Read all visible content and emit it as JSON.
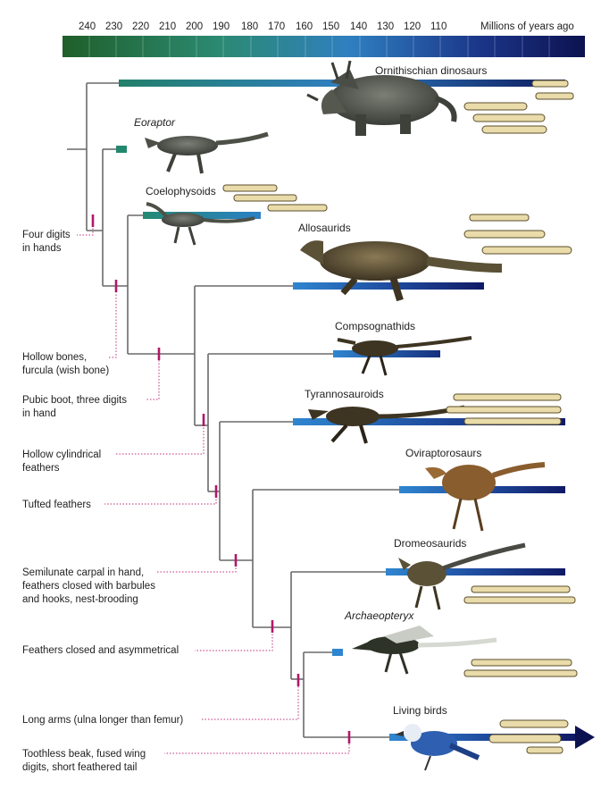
{
  "timescale": {
    "ticks": [
      "240",
      "230",
      "220",
      "210",
      "200",
      "190",
      "180",
      "170",
      "160",
      "150",
      "140",
      "130",
      "120",
      "110"
    ],
    "unit_label": "Millions of years ago",
    "gradient_start": "#1f5f2a",
    "gradient_mid": "#2f7fc0",
    "gradient_end": "#0d1250"
  },
  "clades": [
    {
      "key": "ornithischian",
      "label": "Ornithischian dinosaurs",
      "italic": false,
      "animal": "ceratopsian-illustration",
      "has_hand": true
    },
    {
      "key": "eoraptor",
      "label": "Eoraptor",
      "italic": true,
      "animal": "eoraptor-illustration",
      "has_hand": false
    },
    {
      "key": "coelophysoids",
      "label": "Coelophysoids",
      "italic": false,
      "animal": "coelophysis-illustration",
      "has_hand": true
    },
    {
      "key": "allosaurids",
      "label": "Allosaurids",
      "italic": false,
      "animal": "allosaurus-illustration",
      "has_hand": true
    },
    {
      "key": "compsognathids",
      "label": "Compsognathids",
      "italic": false,
      "animal": "compsognathus-illustration",
      "has_hand": false
    },
    {
      "key": "tyrannosauroids",
      "label": "Tyrannosauroids",
      "italic": false,
      "animal": "tyrannosauroid-illustration",
      "has_hand": true
    },
    {
      "key": "oviraptorosaurs",
      "label": "Oviraptorosaurs",
      "italic": false,
      "animal": "oviraptor-illustration",
      "has_hand": false
    },
    {
      "key": "dromeosaurids",
      "label": "Dromeosaurids",
      "italic": false,
      "animal": "dromaeosaur-illustration",
      "has_hand": true
    },
    {
      "key": "archaeopteryx",
      "label": "Archaeopteryx",
      "italic": true,
      "animal": "archaeopteryx-illustration",
      "has_hand": true
    },
    {
      "key": "living_birds",
      "label": "Living birds",
      "italic": false,
      "animal": "blue-jay-illustration",
      "has_hand": true
    }
  ],
  "traits": [
    {
      "key": "four_digits",
      "text": "Four digits\nin hands"
    },
    {
      "key": "hollow_bones",
      "text": "Hollow bones,\nfurcula (wish bone)"
    },
    {
      "key": "pubic_boot",
      "text": "Pubic boot, three digits\nin hand"
    },
    {
      "key": "hollow_feathers",
      "text": "Hollow cylindrical\nfeathers"
    },
    {
      "key": "tufted",
      "text": "Tufted feathers"
    },
    {
      "key": "semilunate",
      "text": "Semilunate carpal in hand,\nfeathers closed with barbules\nand hooks, nest-brooding"
    },
    {
      "key": "asymmetrical",
      "text": "Feathers closed and asymmetrical"
    },
    {
      "key": "long_arms",
      "text": "Long arms (ulna longer than femur)"
    },
    {
      "key": "toothless",
      "text": "Toothless beak, fused wing\ndigits, short feathered tail"
    }
  ],
  "colors": {
    "tree_line": "#6a6a6a",
    "marker": "#b0186a",
    "leader": "#c0307a",
    "bone": "#e9dcaa",
    "bone_edge": "#5b4e2c"
  }
}
